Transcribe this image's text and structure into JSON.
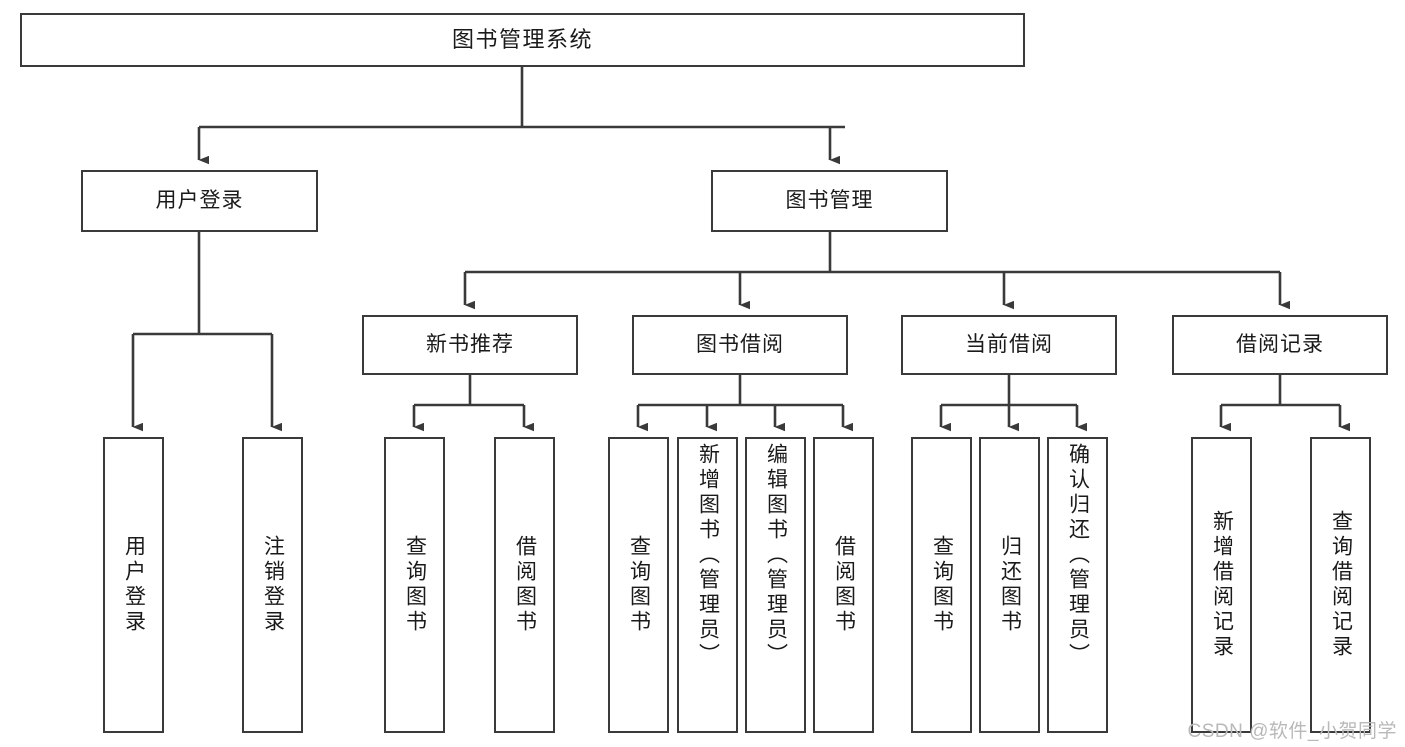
{
  "diagram": {
    "title": "图书管理系统",
    "type": "tree-hierarchy",
    "watermark": "CSDN @软件_小贺同学",
    "stroke_color": "#3a3a3a",
    "fill_color": "#ffffff",
    "text_color": "#1a1a1a",
    "watermark_color": "#b9b9b9"
  },
  "nodes": {
    "root": {
      "label": "图书管理系统",
      "level": 1
    },
    "level2": [
      {
        "id": "user-login",
        "label": "用户登录"
      },
      {
        "id": "book-manage",
        "label": "图书管理"
      }
    ],
    "level3": [
      {
        "id": "new-book-rec",
        "label": "新书推荐",
        "parent": "book-manage"
      },
      {
        "id": "book-borrow",
        "label": "图书借阅",
        "parent": "book-manage"
      },
      {
        "id": "current-borrow",
        "label": "当前借阅",
        "parent": "book-manage"
      },
      {
        "id": "borrow-record",
        "label": "借阅记录",
        "parent": "book-manage"
      }
    ],
    "leaves": [
      {
        "id": "leaf-user-login",
        "label": "用户登录",
        "parent": "user-login"
      },
      {
        "id": "leaf-user-logout",
        "label": "注销登录",
        "parent": "user-login"
      },
      {
        "id": "leaf-query-book-1",
        "label": "查询图书",
        "parent": "new-book-rec"
      },
      {
        "id": "leaf-borrow-book-1",
        "label": "借阅图书",
        "parent": "new-book-rec"
      },
      {
        "id": "leaf-query-book-2",
        "label": "查询图书",
        "parent": "book-borrow"
      },
      {
        "id": "leaf-add-book",
        "label": "新增图书（管理员）",
        "parent": "book-borrow"
      },
      {
        "id": "leaf-edit-book",
        "label": "编辑图书（管理员）",
        "parent": "book-borrow"
      },
      {
        "id": "leaf-borrow-book-2",
        "label": "借阅图书",
        "parent": "book-borrow"
      },
      {
        "id": "leaf-query-book-3",
        "label": "查询图书",
        "parent": "current-borrow"
      },
      {
        "id": "leaf-return-book",
        "label": "归还图书",
        "parent": "current-borrow"
      },
      {
        "id": "leaf-confirm-return",
        "label": "确认归还（管理员）",
        "parent": "current-borrow"
      },
      {
        "id": "leaf-add-record",
        "label": "新增借阅记录",
        "parent": "borrow-record"
      },
      {
        "id": "leaf-query-record",
        "label": "查询借阅记录",
        "parent": "borrow-record"
      }
    ]
  }
}
